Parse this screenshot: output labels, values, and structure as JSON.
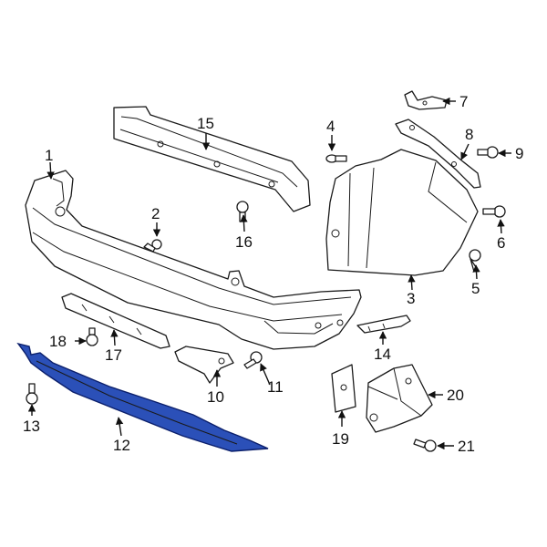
{
  "diagram": {
    "highlight_color": "#2b50b8",
    "callouts": {
      "c1": "1",
      "c2": "2",
      "c3": "3",
      "c4": "4",
      "c5": "5",
      "c6": "6",
      "c7": "7",
      "c8": "8",
      "c9": "9",
      "c10": "10",
      "c11": "11",
      "c12": "12",
      "c13": "13",
      "c14": "14",
      "c15": "15",
      "c16": "16",
      "c17": "17",
      "c18": "18",
      "c19": "19",
      "c20": "20",
      "c21": "21"
    }
  }
}
